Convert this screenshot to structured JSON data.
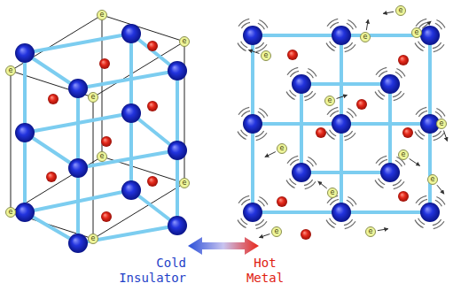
{
  "diagram": {
    "nodes": [
      {
        "text": [
          "e"
        ]
      },
      {
        "text": [
          "e"
        ]
      },
      {
        "text": [
          "e"
        ]
      },
      {
        "text": [
          "e"
        ]
      },
      {
        "text": [
          "e"
        ]
      },
      {
        "text": [
          "e"
        ]
      },
      {
        "text": [
          "e"
        ]
      },
      {
        "text": [
          "e"
        ]
      },
      {
        "text": [
          "e"
        ]
      },
      {
        "text": [
          "e"
        ]
      },
      {
        "text": [
          "e"
        ]
      },
      {
        "text": [
          "e"
        ]
      },
      {
        "text": [
          "e"
        ]
      },
      {
        "text": [
          "e"
        ]
      },
      {
        "text": [
          "e"
        ]
      },
      {
        "text": [
          "e"
        ]
      },
      {
        "text": [
          "e"
        ]
      },
      {
        "text": [
          "e"
        ]
      },
      {
        "text": [
          "e"
        ]
      },
      {
        "text": [
          "e"
        ]
      }
    ],
    "labels": [
      "Cold Insulator",
      "Hot Metal"
    ]
  }
}
